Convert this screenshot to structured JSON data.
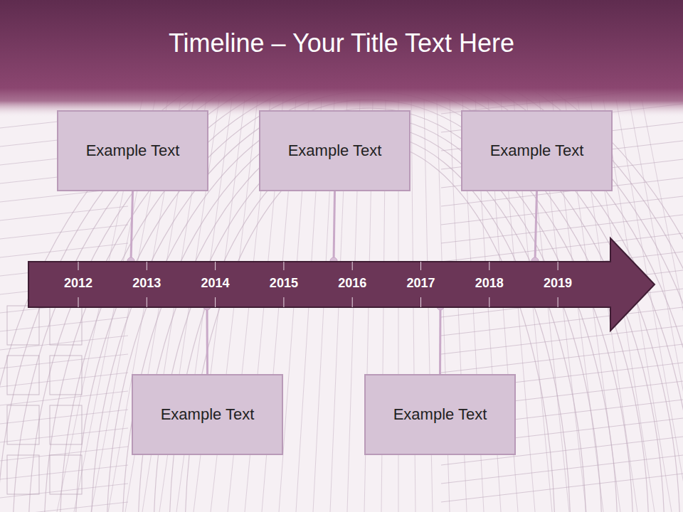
{
  "diagram": {
    "title": "Timeline – Your Title Text Here",
    "nodes": [
      {
        "text": [
          "Example Text"
        ]
      },
      {
        "text": [
          "Example Text"
        ]
      },
      {
        "text": [
          "Example Text"
        ]
      },
      {
        "text": [
          "Example Text"
        ]
      },
      {
        "text": [
          "Example Text"
        ]
      }
    ],
    "labels": [
      "2012",
      "2013",
      "2014",
      "2015",
      "2016",
      "2017",
      "2018",
      "2019"
    ]
  }
}
